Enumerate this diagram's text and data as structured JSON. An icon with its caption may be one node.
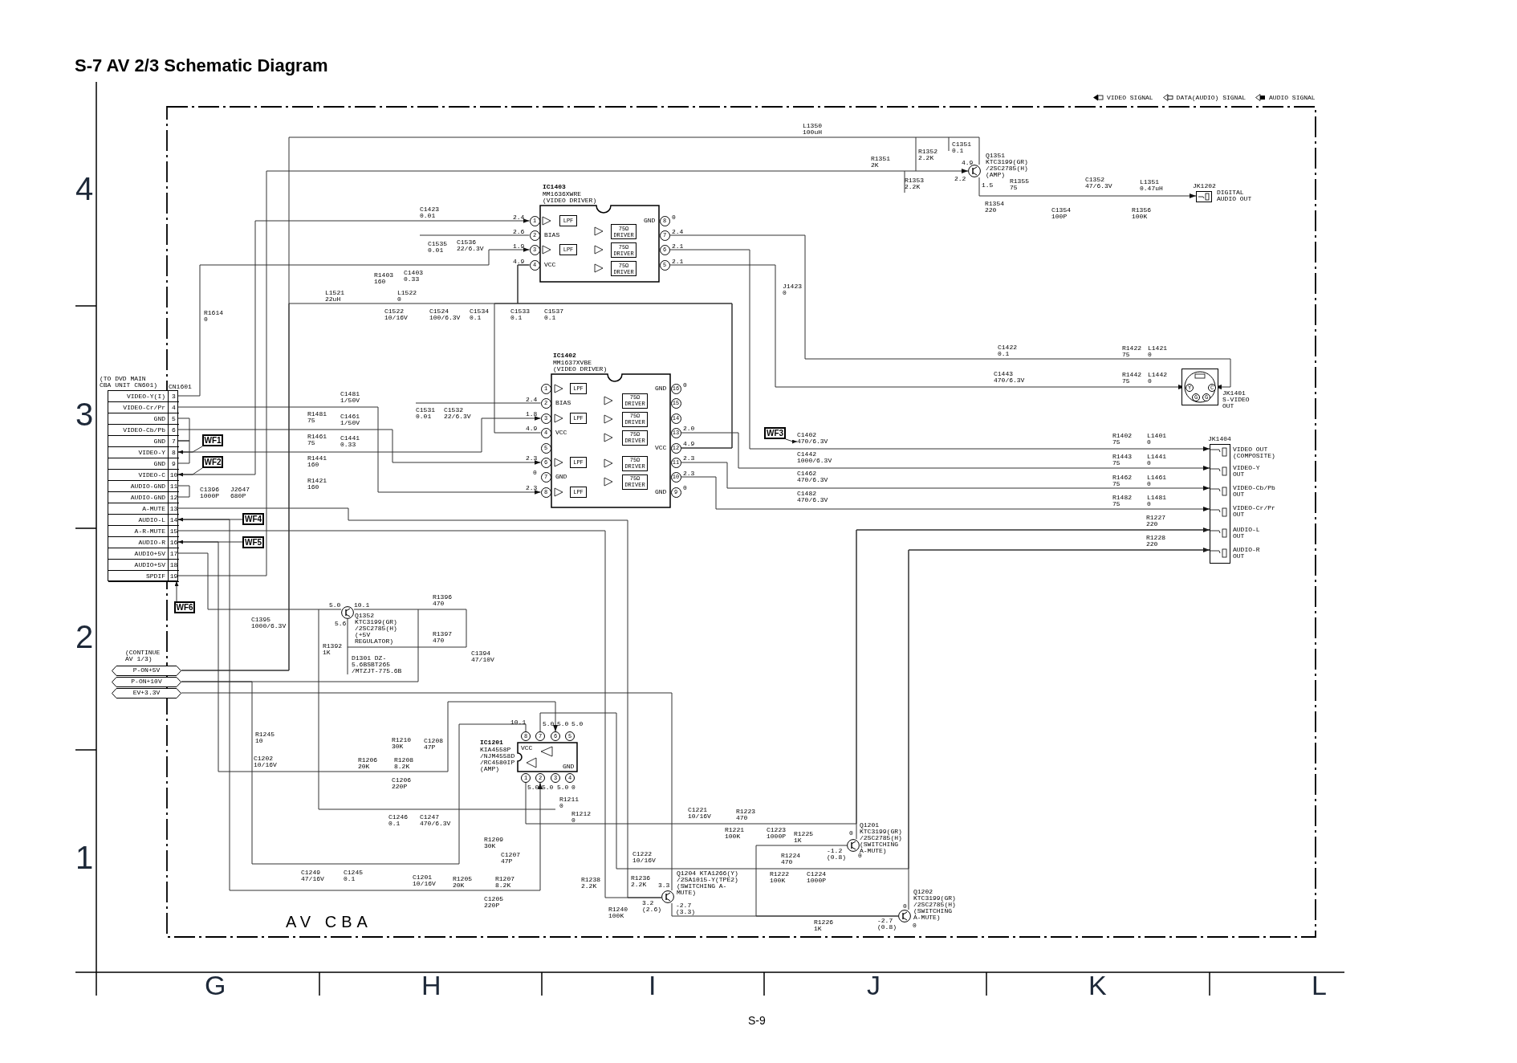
{
  "diagram": {
    "title": "S-7 AV 2/3 Schematic Diagram",
    "nodes": [
      {
        "text": [],
        "shape": "box",
        "beside": [
          "(TO DVD MAIN CBA UNIT CN601)",
          "CN1601"
        ]
      },
      {
        "text": [
          "VIDEO-Y(I)",
          "3"
        ],
        "in": 0
      },
      {
        "text": [
          "VIDEO-Cr/Pr",
          "4"
        ],
        "in": 0
      },
      {
        "text": [
          "GND",
          "5"
        ],
        "in": 0
      },
      {
        "text": [
          "VIDEO-Cb/Pb",
          "6"
        ],
        "in": 0
      },
      {
        "text": [
          "GND",
          "7"
        ],
        "in": 0
      },
      {
        "text": [
          "VIDEO-Y",
          "8"
        ],
        "in": 0
      },
      {
        "text": [
          "GND",
          "9"
        ],
        "in": 0
      },
      {
        "text": [
          "VIDEO-C",
          "10"
        ],
        "in": 0
      },
      {
        "text": [
          "AUDIO-GND",
          "11"
        ],
        "in": 0
      },
      {
        "text": [
          "AUDIO-GND",
          "12"
        ],
        "in": 0
      },
      {
        "text": [
          "A-MUTE",
          "13"
        ],
        "in": 0
      },
      {
        "text": [
          "AUDIO-L",
          "14"
        ],
        "in": 0
      },
      {
        "text": [
          "A-R-MUTE",
          "15"
        ],
        "in": 0
      },
      {
        "text": [
          "AUDIO-R",
          "16"
        ],
        "in": 0
      },
      {
        "text": [
          "AUDIO+5V",
          "17"
        ],
        "in": 0
      },
      {
        "text": [
          "AUDIO+5V",
          "18"
        ],
        "in": 0
      },
      {
        "text": [
          "SPDIF",
          "19"
        ],
        "in": 0
      },
      {
        "text": [
          "WF1"
        ]
      },
      {
        "text": [
          "WF2"
        ]
      },
      {
        "text": [
          "WF3"
        ]
      },
      {
        "text": [
          "WF4"
        ]
      },
      {
        "text": [
          "WF5"
        ]
      },
      {
        "text": [
          "WF6"
        ]
      },
      {
        "text": [
          "BIAS",
          "VCC",
          "GND"
        ],
        "beside": [
          "IC1403",
          "MM1636XWRE (VIDEO DRIVER)"
        ]
      },
      {
        "text": [
          "LPF"
        ],
        "in": 24
      },
      {
        "text": [
          "LPF"
        ],
        "in": 24
      },
      {
        "text": [
          "75Ω DRIVER"
        ],
        "in": 24
      },
      {
        "text": [
          "75Ω DRIVER"
        ],
        "in": 24
      },
      {
        "text": [
          "75Ω DRIVER"
        ],
        "in": 24
      },
      {
        "text": [
          "1"
        ]
      },
      {
        "text": [
          "2"
        ]
      },
      {
        "text": [
          "3"
        ]
      },
      {
        "text": [
          "4"
        ]
      },
      {
        "text": [
          "5"
        ]
      },
      {
        "text": [
          "6"
        ]
      },
      {
        "text": [
          "7"
        ]
      },
      {
        "text": [
          "8"
        ]
      },
      {
        "text": [
          "BIAS",
          "VCC",
          "GND",
          "GND",
          "VCC",
          "GND"
        ],
        "beside": [
          "IC1402",
          "MM1637XVBE (VIDEO DRIVER)"
        ]
      },
      {
        "text": [
          "LPF"
        ],
        "in": 38
      },
      {
        "text": [
          "LPF"
        ],
        "in": 38
      },
      {
        "text": [
          "LPF"
        ],
        "in": 38
      },
      {
        "text": [
          "LPF"
        ],
        "in": 38
      },
      {
        "text": [
          "75Ω DRIVER"
        ],
        "in": 38
      },
      {
        "text": [
          "75Ω DRIVER"
        ],
        "in": 38
      },
      {
        "text": [
          "75Ω DRIVER"
        ],
        "in": 38
      },
      {
        "text": [
          "75Ω DRIVER"
        ],
        "in": 38
      },
      {
        "text": [
          "75Ω DRIVER"
        ],
        "in": 38
      },
      {
        "text": [
          "1"
        ]
      },
      {
        "text": [
          "2"
        ]
      },
      {
        "text": [
          "3"
        ]
      },
      {
        "text": [
          "4"
        ]
      },
      {
        "text": [
          "5"
        ]
      },
      {
        "text": [
          "6"
        ]
      },
      {
        "text": [
          "7"
        ]
      },
      {
        "text": [
          "8"
        ]
      },
      {
        "text": [
          "9"
        ]
      },
      {
        "text": [
          "10"
        ]
      },
      {
        "text": [
          "11"
        ]
      },
      {
        "text": [
          "12"
        ]
      },
      {
        "text": [
          "13"
        ]
      },
      {
        "text": [
          "14"
        ]
      },
      {
        "text": [
          "15"
        ]
      },
      {
        "text": [
          "16"
        ]
      },
      {
        "text": [
          "VCC",
          "GND"
        ],
        "beside": [
          "IC1201",
          "KIA4558P /NJM4558D /RC4580IP (AMP)"
        ]
      },
      {
        "text": [
          "1"
        ]
      },
      {
        "text": [
          "2"
        ]
      },
      {
        "text": [
          "3"
        ]
      },
      {
        "text": [
          "4"
        ]
      },
      {
        "text": [
          "5"
        ]
      },
      {
        "text": [
          "6"
        ]
      },
      {
        "text": [
          "7"
        ]
      },
      {
        "text": [
          "8"
        ]
      },
      {
        "text": [
          "P-ON+5V"
        ]
      },
      {
        "text": [
          "P-ON+10V"
        ]
      },
      {
        "text": [
          "EV+3.3V"
        ]
      },
      {
        "text": [],
        "shape": "circle",
        "beside": [
          "Q1351 KTC3199(GR) /2SC2785(H) (AMP)"
        ]
      },
      {
        "text": [],
        "shape": "circle",
        "beside": [
          "Q1352 KTC3199(GR) /2SC2785(H) (+5V REGULATOR)"
        ]
      },
      {
        "text": [],
        "shape": "circle",
        "beside": [
          "Q1201 KTC3199(GR) /2SC2785(H) (SWITCHING A-MUTE)"
        ]
      },
      {
        "text": [],
        "shape": "circle",
        "beside": [
          "Q1204 KTA1266(Y) /2SA1015-Y(TPE2) (SWITCHING A-MUTE)"
        ]
      },
      {
        "text": [],
        "shape": "circle",
        "beside": [
          "Q1202 KTC3199(GR) /2SC2785(H) (SWITCHING A-MUTE)"
        ]
      },
      {
        "text": [],
        "shape": "box",
        "beside": [
          "JK1202",
          "DIGITAL AUDIO OUT"
        ]
      },
      {
        "text": [],
        "shape": "box",
        "beside": [
          "JK1401 S-VIDEO OUT"
        ]
      },
      {
        "text": [
          "Y"
        ],
        "in": 82
      },
      {
        "text": [
          "C"
        ],
        "in": 82
      },
      {
        "text": [
          "G"
        ],
        "in": 82
      },
      {
        "text": [
          "G"
        ],
        "in": 82
      },
      {
        "text": [],
        "shape": "box",
        "beside": [
          "JK1404",
          "VIDEO OUT (COMPOSITE)",
          "VIDEO-Y OUT",
          "VIDEO-Cb/Pb OUT",
          "VIDEO-Cr/Pr OUT",
          "AUDIO-L OUT",
          "AUDIO-R OUT"
        ]
      },
      {
        "text": [
          "C1402 470/6.3V"
        ]
      }
    ],
    "edges": [
      {
        "from": 1,
        "to": 32,
        "arrow": "to"
      },
      {
        "from": 8,
        "to": 30,
        "arrow": "to"
      },
      {
        "from": 2,
        "to": 55,
        "arrow": "to"
      },
      {
        "from": 4,
        "to": 53,
        "arrow": "to"
      },
      {
        "from": 6,
        "to": 50,
        "arrow": "to"
      },
      {
        "from": 36,
        "to": 84,
        "arrow": "to"
      },
      {
        "from": 34,
        "to": 83,
        "arrow": "to"
      },
      {
        "from": 35,
        "to": 87,
        "arrow": "to"
      },
      {
        "from": 60,
        "to": 87,
        "arrow": "to"
      },
      {
        "from": 58,
        "to": 87,
        "arrow": "to"
      },
      {
        "from": 57,
        "to": 87,
        "arrow": "to"
      },
      {
        "from": 12,
        "to": 66,
        "arrow": "to"
      },
      {
        "from": 14,
        "to": 70,
        "arrow": "to"
      },
      {
        "from": 65,
        "to": 87,
        "arrow": "to"
      },
      {
        "from": 71,
        "to": 87,
        "arrow": "to"
      },
      {
        "from": 17,
        "to": 76,
        "arrow": "to"
      },
      {
        "from": 76,
        "to": 81,
        "arrow": "to"
      },
      {
        "from": 73,
        "to": 76,
        "arrow": "none"
      },
      {
        "from": 74,
        "to": 77,
        "arrow": "none"
      },
      {
        "from": 75,
        "to": 79,
        "arrow": "none"
      },
      {
        "from": 15,
        "to": 77,
        "arrow": "none"
      },
      {
        "from": 18,
        "to": 6,
        "arrow": "to"
      },
      {
        "from": 19,
        "to": 8,
        "arrow": "to"
      },
      {
        "from": 20,
        "to": 88,
        "arrow": "to"
      },
      {
        "from": 21,
        "to": 12,
        "arrow": "to"
      },
      {
        "from": 22,
        "to": 14,
        "arrow": "to"
      },
      {
        "from": 23,
        "to": 17,
        "arrow": "to"
      },
      {
        "from": 11,
        "to": 79,
        "arrow": "none"
      },
      {
        "from": 13,
        "to": 79,
        "arrow": "none"
      },
      {
        "from": 33,
        "to": 59,
        "arrow": "none"
      },
      {
        "from": 51,
        "to": 59,
        "arrow": "none"
      },
      {
        "from": 73,
        "to": 33,
        "arrow": "none"
      },
      {
        "from": 74,
        "to": 72,
        "arrow": "none"
      },
      {
        "from": 78,
        "to": 80,
        "arrow": "none"
      },
      {
        "from": 79,
        "to": 80,
        "arrow": "none"
      },
      {
        "from": 3,
        "to": 5,
        "arrow": "none"
      },
      {
        "from": 5,
        "to": 7,
        "arrow": "none"
      },
      {
        "from": 9,
        "to": 10,
        "arrow": "none"
      },
      {
        "from": 80,
        "to": 87,
        "arrow": "none"
      },
      {
        "from": 78,
        "to": 87,
        "arrow": "none"
      }
    ],
    "labels": [
      "4",
      "3",
      "2",
      "1",
      "G",
      "H",
      "I",
      "J",
      "K",
      "L",
      "S-9",
      "AV CBA",
      "L1350 100uH",
      "R1352 2.2K",
      "C1351 0.1",
      "R1351 2K",
      "4.9",
      "2.2",
      "R1353 2.2K",
      "1.5",
      "R1355 75",
      "C1352 47/6.3V",
      "L1351 0.47uH",
      "C1423 0.01",
      "R1354 220",
      "C1354 100P",
      "R1356 100K",
      "C1535 0.01",
      "C1536 22/6.3V",
      "R1403 160",
      "C1403 0.33",
      "L1521 22uH",
      "L1522 0",
      "R1614 0",
      "C1522 10/16V",
      "C1524 100/6.3V",
      "C1534 0.1",
      "C1533 0.1",
      "C1537 0.1",
      "J1423 0",
      "2.4",
      "2.6",
      "1.9",
      "4.9",
      "0",
      "2.4",
      "2.1",
      "2.1",
      "2.4",
      "1.8",
      "4.9",
      "2.3",
      "0",
      "2.3",
      "0",
      "2.0",
      "4.9",
      "2.3",
      "2.3",
      "0",
      "C1422 0.1",
      "C1443 470/6.3V",
      "R1422 75",
      "L1421 0",
      "R1442 75",
      "L1442 0",
      "C1481 1/50V",
      "R1481 75",
      "C1461 1/50V",
      "C1531 0.01",
      "C1532 22/6.3V",
      "R1461 75",
      "C1441 0.33",
      "R1441 160",
      "R1421 160",
      "C1396 1000P",
      "J2647 680P",
      "C1442 1000/6.3V",
      "C1462 470/6.3V",
      "C1482 470/6.3V",
      "R1402 75",
      "L1401 0",
      "R1443 75",
      "L1441 0",
      "R1462 75",
      "L1461 0",
      "R1482 75",
      "L1481 0",
      "R1227 220",
      "R1228 220",
      "(CONTINUE AV 1/3)",
      "5.0",
      "10.1",
      "5.6",
      "R1396 470",
      "C1395 1000/6.3V",
      "R1397 470",
      "R1392 1K",
      "C1394 47/10V",
      "D1301 DZ-5.6BSBT265 /MTZJT-775.6B",
      "R1245 10",
      "R1210 30K",
      "C1208 47P",
      "C1202 10/16V",
      "R1206 20K",
      "R1208 8.2K",
      "C1206 220P",
      "R1211 0",
      "C1246 0.1",
      "C1247 470/6.3V",
      "R1212 0",
      "R1209 30K",
      "C1207 47P",
      "C1249 47/16V",
      "C1245 0.1",
      "C1201 10/16V",
      "R1205 20K",
      "R1207 8.2K",
      "C1205 220P",
      "10.1",
      "5.0",
      "5.0",
      "5.0",
      "5.0",
      "5.0",
      "5.0",
      "0",
      "C1221 10/16V",
      "R1223 470",
      "R1221 100K",
      "C1223 1000P",
      "R1225 1K",
      "0",
      "-1.2 (0.8)",
      "0",
      "C1222 10/16V",
      "R1224 470",
      "R1222 100K",
      "C1224 1000P",
      "R1238 2.2K",
      "R1236 2.2K",
      "3.3",
      "R1240 100K",
      "3.2 (2.6)",
      "-2.7 (3.3)",
      "R1226 1K",
      "-2.7 (0.8)",
      "0",
      "0"
    ],
    "legend": [
      {
        "text": "VIDEO SIGNAL"
      },
      {
        "text": "DATA(AUDIO) SIGNAL"
      },
      {
        "text": "AUDIO SIGNAL"
      }
    ]
  }
}
